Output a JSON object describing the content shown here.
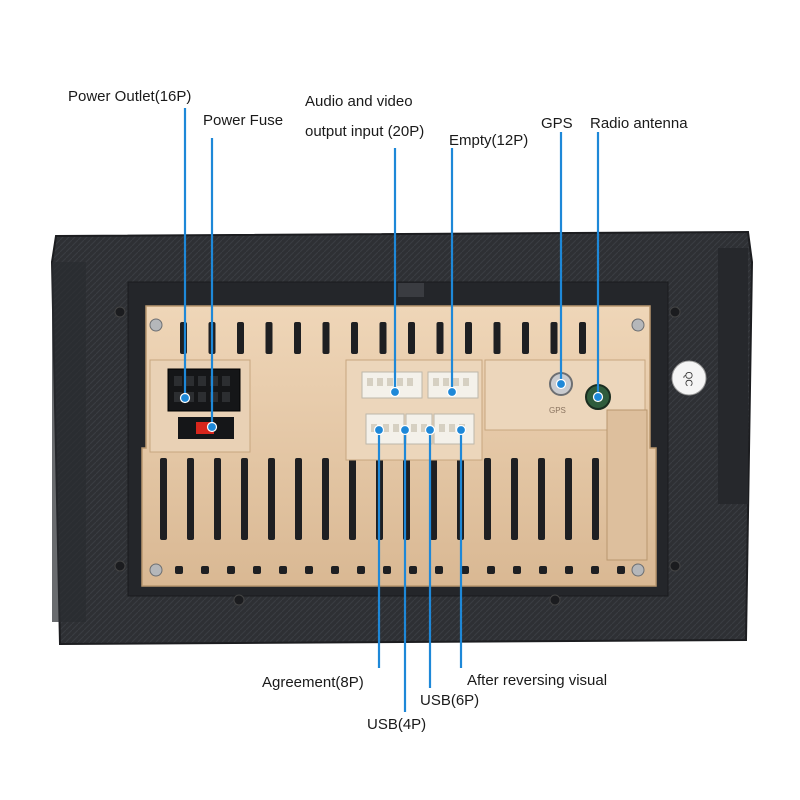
{
  "labels": {
    "power_outlet": "Power Outlet(16P)",
    "power_fuse": "Power Fuse",
    "av_line1": "Audio and video",
    "av_line2": "output input (20P)",
    "empty": "Empty(12P)",
    "gps": "GPS",
    "radio": "Radio antenna",
    "agreement": "Agreement(8P)",
    "usb4": "USB(4P)",
    "usb6": "USB(6P)",
    "reversing": "After reversing visual"
  },
  "device": {
    "gps_jack_text": "GPS",
    "qc_sticker": "QC"
  },
  "colors": {
    "callout": "#1e88d8",
    "panel": "#e6c8a6",
    "housing": "#2b2d31"
  }
}
